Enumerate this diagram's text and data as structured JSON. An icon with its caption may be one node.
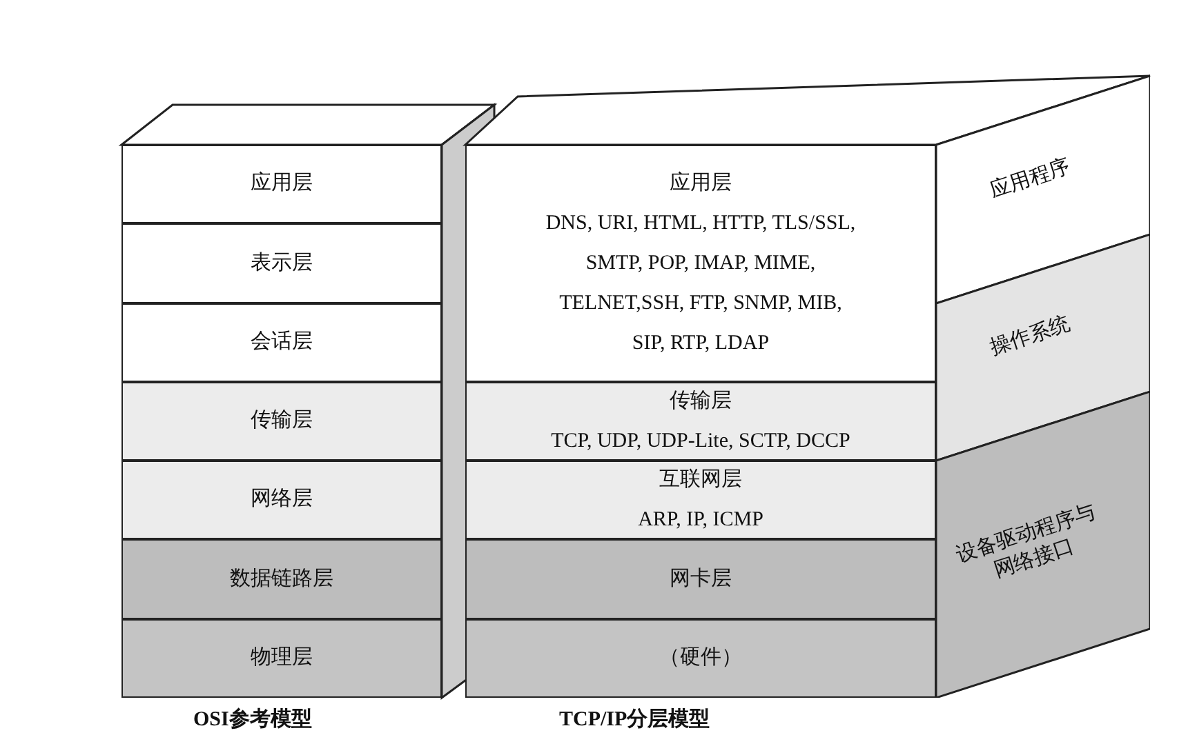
{
  "diagram": {
    "nodes": [
      {
        "text": [
          "应用层"
        ]
      },
      {
        "text": [
          "表示层"
        ]
      },
      {
        "text": [
          "会话层"
        ]
      },
      {
        "text": [
          "传输层"
        ]
      },
      {
        "text": [
          "网络层"
        ]
      },
      {
        "text": [
          "数据链路层"
        ]
      },
      {
        "text": [
          "物理层"
        ]
      },
      {
        "text": [
          "应用层",
          "DNS, URI, HTML, HTTP, TLS/SSL, SMTP, POP, IMAP, MIME, TELNET,SSH, FTP, SNMP, MIB, SIP, RTP, LDAP"
        ]
      },
      {
        "text": [
          "传输层",
          "TCP, UDP, UDP-Lite, SCTP, DCCP"
        ]
      },
      {
        "text": [
          "互联网层",
          "ARP, IP, ICMP"
        ]
      },
      {
        "text": [
          "网卡层"
        ]
      },
      {
        "text": [
          "（硬件）"
        ]
      },
      {
        "text": [
          "应用程序"
        ]
      },
      {
        "text": [
          "操作系统"
        ]
      },
      {
        "text": [
          "设备驱动程序与网络接口"
        ]
      }
    ],
    "edges": [],
    "labels": [
      "OSI参考模型",
      "TCP/IP分层模型"
    ]
  }
}
